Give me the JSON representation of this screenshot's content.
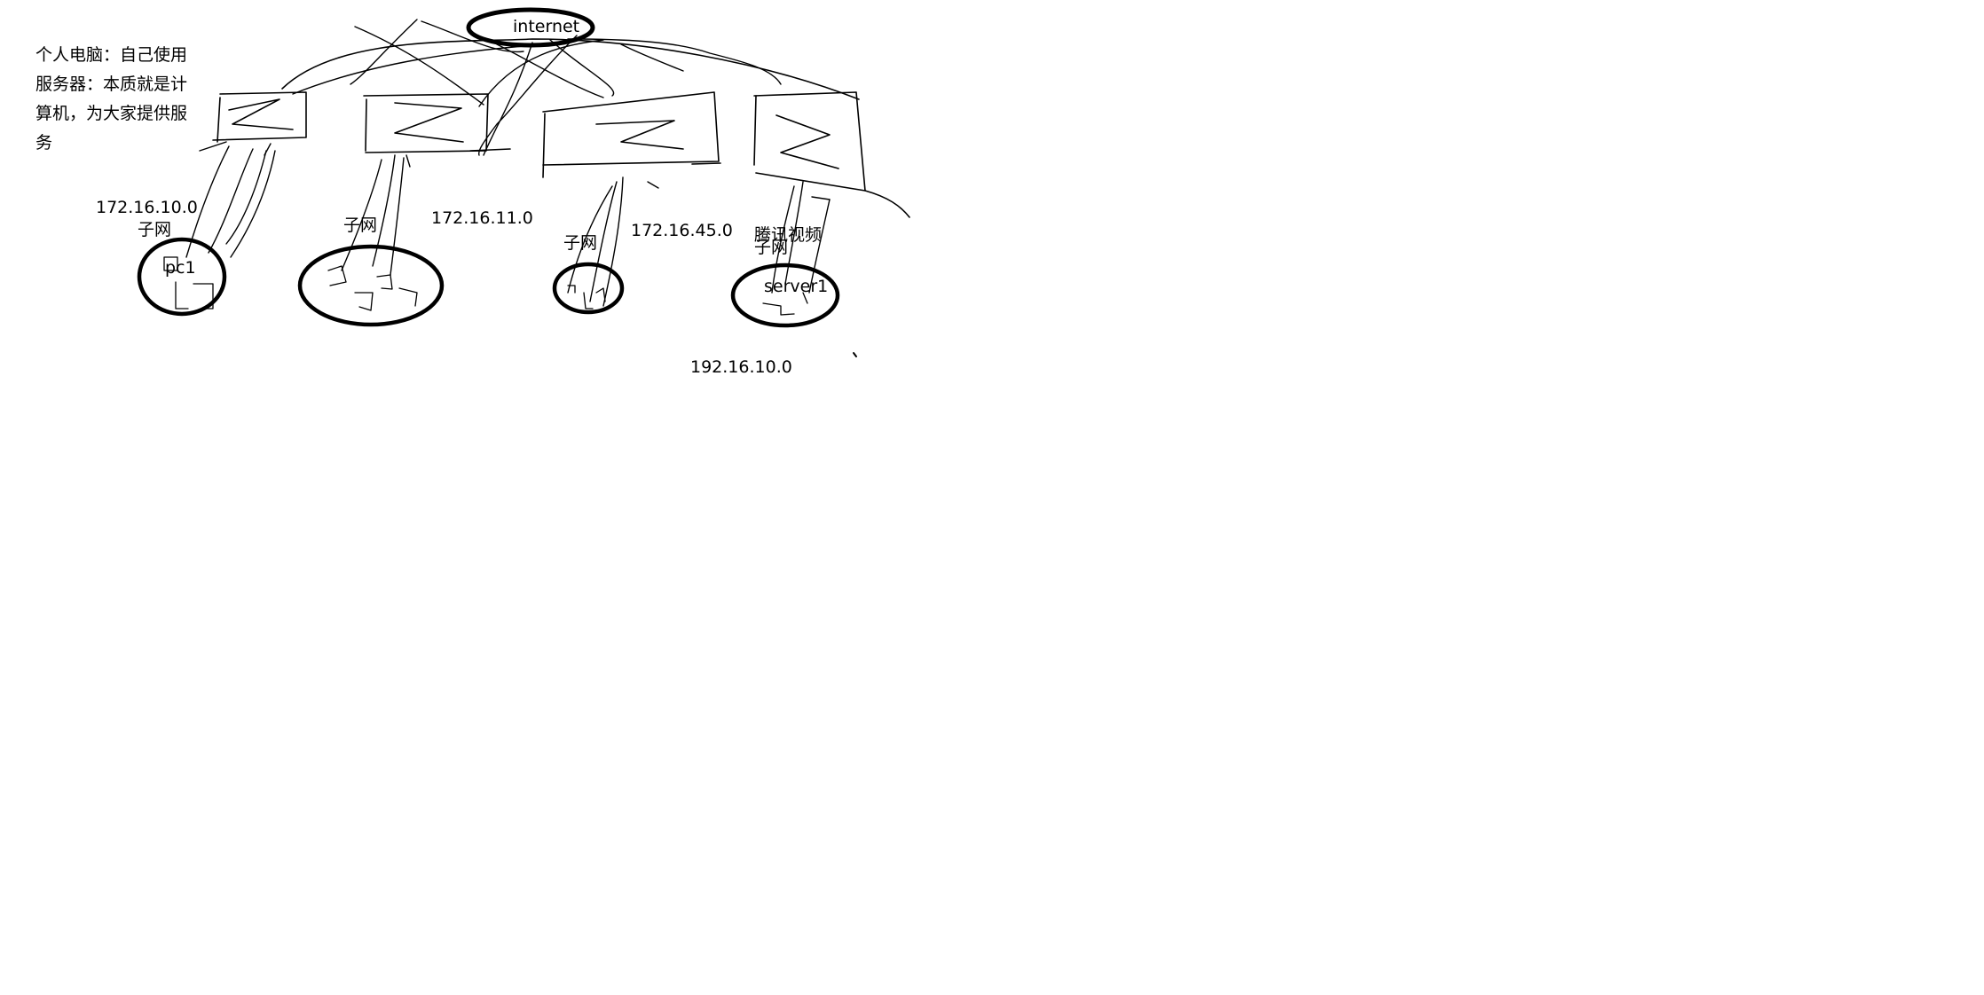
{
  "notes": {
    "line1": "个人电脑：自己使用",
    "line2": "服务器：本质就是计",
    "line3": "算机，为大家提供服",
    "line4": "务"
  },
  "labels": {
    "internet": "internet",
    "pc1": "pc1",
    "server1": "server1",
    "tencent_video": "腾讯视频",
    "subnet_1": "子网",
    "subnet_2": "子网",
    "subnet_3": "子网",
    "subnet_4": "子网",
    "ip_1": "172.16.10.0",
    "ip_2": "172.16.11.0",
    "ip_3": "172.16.45.0",
    "ip_4": "192.16.10.0"
  },
  "colors": {
    "stroke": "#000000",
    "background": "#ffffff"
  }
}
